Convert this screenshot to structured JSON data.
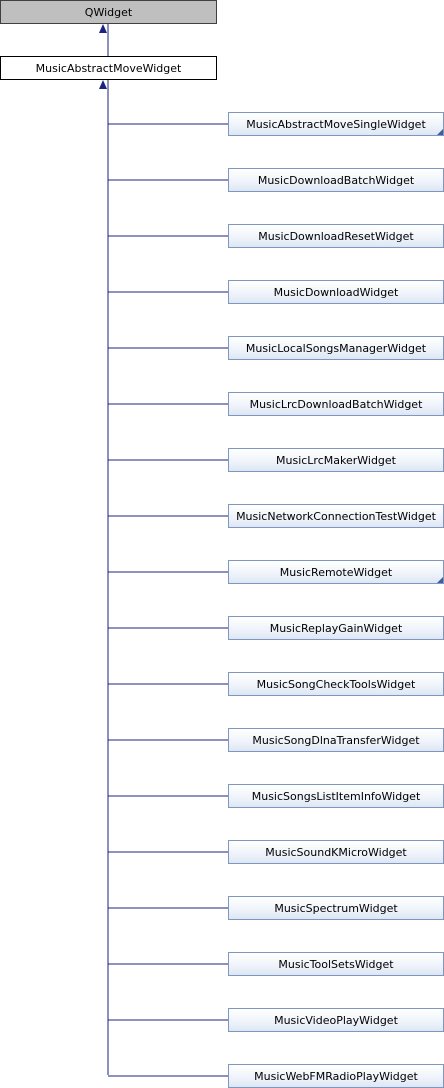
{
  "root": {
    "label": "QWidget"
  },
  "base": {
    "label": "MusicAbstractMoveWidget"
  },
  "children": [
    {
      "label": "MusicAbstractMoveSingleWidget",
      "has_more": true
    },
    {
      "label": "MusicDownloadBatchWidget",
      "has_more": false
    },
    {
      "label": "MusicDownloadResetWidget",
      "has_more": false
    },
    {
      "label": "MusicDownloadWidget",
      "has_more": false
    },
    {
      "label": "MusicLocalSongsManagerWidget",
      "has_more": false
    },
    {
      "label": "MusicLrcDownloadBatchWidget",
      "has_more": false
    },
    {
      "label": "MusicLrcMakerWidget",
      "has_more": false
    },
    {
      "label": "MusicNetworkConnectionTestWidget",
      "has_more": false
    },
    {
      "label": "MusicRemoteWidget",
      "has_more": true
    },
    {
      "label": "MusicReplayGainWidget",
      "has_more": false
    },
    {
      "label": "MusicSongCheckToolsWidget",
      "has_more": false
    },
    {
      "label": "MusicSongDlnaTransferWidget",
      "has_more": false
    },
    {
      "label": "MusicSongsListItemInfoWidget",
      "has_more": false
    },
    {
      "label": "MusicSoundKMicroWidget",
      "has_more": false
    },
    {
      "label": "MusicSpectrumWidget",
      "has_more": false
    },
    {
      "label": "MusicToolSetsWidget",
      "has_more": false
    },
    {
      "label": "MusicVideoPlayWidget",
      "has_more": false
    },
    {
      "label": "MusicWebFMRadioPlayWidget",
      "has_more": false
    }
  ],
  "colors": {
    "edge": "#1a237e",
    "child_border": "#7f97bf",
    "root_fill": "#bfbfbf"
  }
}
